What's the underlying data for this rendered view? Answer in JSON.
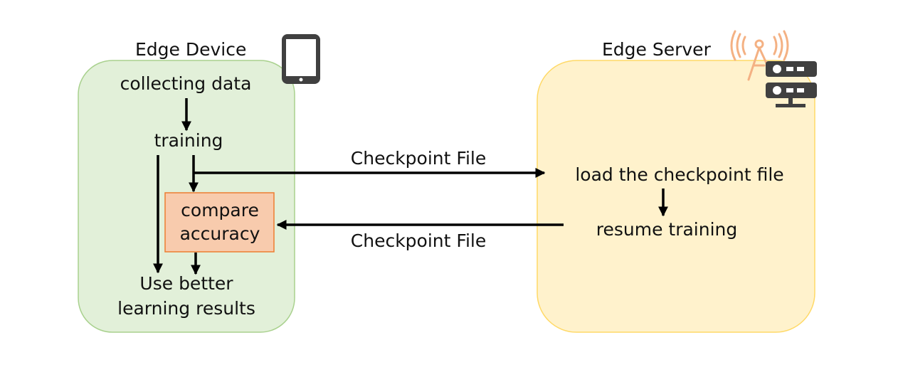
{
  "edge_device": {
    "title": "Edge Device",
    "step_collect": "collecting data",
    "step_train": "training",
    "compare_line1": "compare",
    "compare_line2": "accuracy",
    "result_line1": "Use better",
    "result_line2": "learning results"
  },
  "edge_server": {
    "title": "Edge Server",
    "step_load": "load the checkpoint file",
    "step_resume": "resume training"
  },
  "transfer": {
    "upload_label": "Checkpoint File",
    "download_label": "Checkpoint File"
  },
  "icons": {
    "device": "tablet-icon",
    "server": "server-tower-icon"
  },
  "colors": {
    "device_fill": "#e2f0d9",
    "device_stroke": "#a9d18e",
    "server_fill": "#fff2cc",
    "server_stroke": "#ffd966",
    "compare_fill": "#f8cbad",
    "compare_stroke": "#ed7d31",
    "arrow": "#000000",
    "icon_dark": "#404040",
    "antenna": "#f4b183"
  }
}
